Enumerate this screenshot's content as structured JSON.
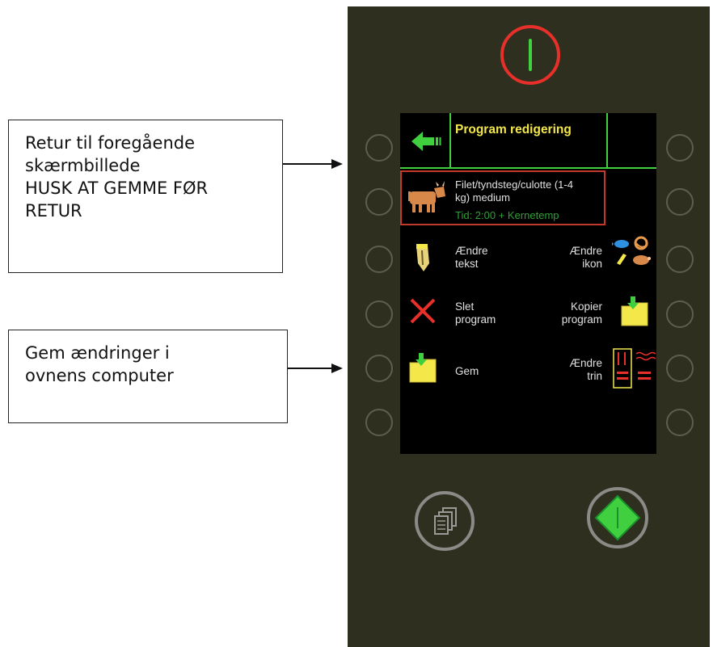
{
  "callouts": {
    "return": {
      "lines": [
        "Retur til foregående",
        "skærmbillede",
        "HUSK AT GEMME FØR",
        "RETUR"
      ]
    },
    "save": {
      "lines": [
        "Gem ændringer i",
        "ovnens computer"
      ]
    }
  },
  "screen": {
    "header_title": "Program redigering",
    "program": {
      "name_line1": "Filet/tyndsteg/culotte (1-4",
      "name_line2": "kg) medium",
      "info": "Tid: 2:00 + Kernetemp"
    },
    "menu": {
      "change_text": [
        "Ændre",
        "tekst"
      ],
      "change_icon": [
        "Ændre",
        "ikon"
      ],
      "delete_program": [
        "Slet",
        "program"
      ],
      "copy_program": [
        "Kopier",
        "program"
      ],
      "save": "Gem",
      "change_step": [
        "Ændre",
        "trin"
      ]
    }
  },
  "colors": {
    "panel": "#2f2f20",
    "title_yellow": "#f3e74a",
    "accent_green": "#3fcf3f",
    "power_red": "#e8302a",
    "selected_border": "#c0392b"
  },
  "icons": {
    "back": "arrow-left-icon",
    "power": "power-icon",
    "program": "cow-icon",
    "edit_text": "pencil-icon",
    "edit_icon": "food-icons",
    "delete": "x-icon",
    "copy": "folder-copy-icon",
    "save": "folder-icon",
    "steps": "steps-icon",
    "menu": "copy-stack-icon",
    "start": "start-diamond-icon"
  }
}
